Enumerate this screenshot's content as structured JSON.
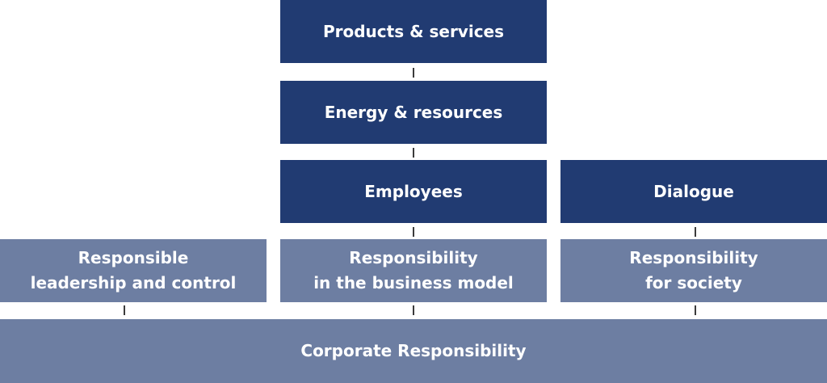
{
  "diagram": {
    "colors": {
      "dark_box": "#213b72",
      "light_box": "#6d7ea2",
      "text": "#ffffff",
      "connector": "#3b3b3b"
    },
    "products_services": "Products & services",
    "energy_resources": "Energy & resources",
    "employees": "Employees",
    "dialogue": "Dialogue",
    "responsible_leadership": [
      "Responsible",
      "leadership and control"
    ],
    "responsibility_business_model": [
      "Responsibility",
      "in the business model"
    ],
    "responsibility_society": [
      "Responsibility",
      "for society"
    ],
    "corporate_responsibility": "Corporate Responsibility"
  }
}
